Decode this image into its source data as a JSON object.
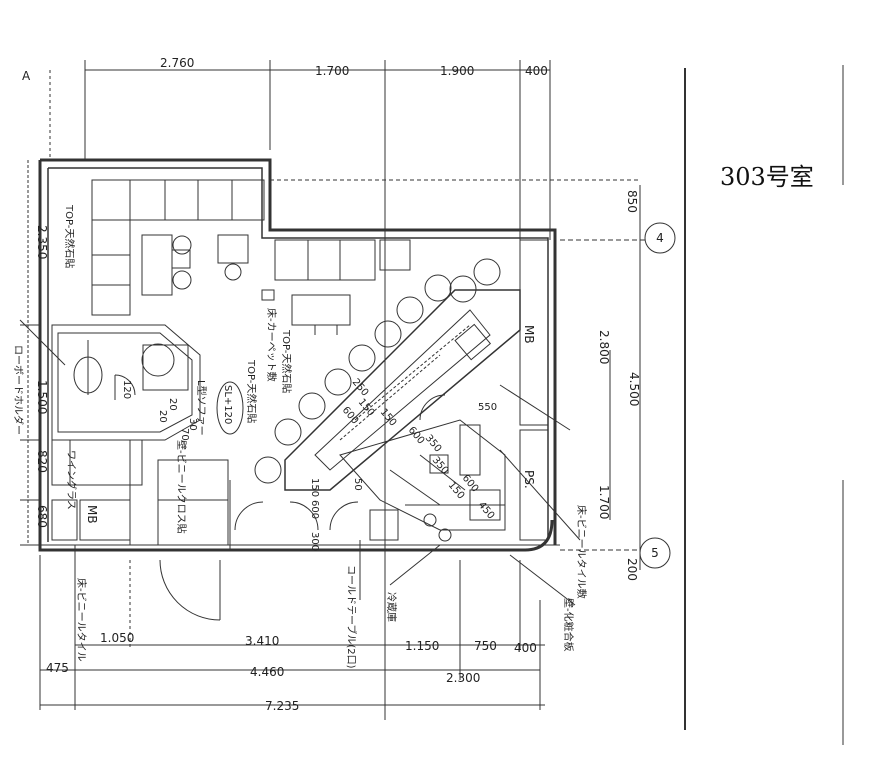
{
  "room_label": "303号室",
  "grid_a": "A",
  "grid_refs": [
    "4",
    "5"
  ],
  "dims_top": [
    "2.760",
    "1.700",
    "1.900",
    "400"
  ],
  "dims_bottom_row1": [
    "1.050",
    "3.410",
    "1.150",
    "750",
    "400"
  ],
  "dims_bottom_row2": [
    "475",
    "4.460",
    "2.300"
  ],
  "dims_bottom_total": "7.235",
  "dims_left": [
    "2.350",
    "1.500",
    "820",
    "680"
  ],
  "dims_right": [
    "850",
    "2.800",
    "4.500",
    "1.700",
    "200"
  ],
  "mb_labels": [
    "MB",
    "MB"
  ],
  "ps_label": "PS.",
  "sl_label": "SL+120",
  "counter_dims": [
    "250",
    "150",
    "150",
    "600",
    "600",
    "350",
    "350",
    "150",
    "600",
    "450",
    "550",
    "600",
    "300",
    "150",
    "20",
    "50",
    "30",
    "120",
    "20",
    "70"
  ],
  "notes": [
    "TOP-天然石貼",
    "TOP-天然石貼",
    "床-カーペット敷",
    "TOP-天然石貼",
    "L型ソファー",
    "壁-ビニールクロス貼",
    "ローボードホルダー",
    "床-ビニールタイル",
    "ワイングラス",
    "コールドテーブル(2口)",
    "冷蔵庫",
    "床-ビニールタイル敷",
    "壁-化粧合板"
  ]
}
